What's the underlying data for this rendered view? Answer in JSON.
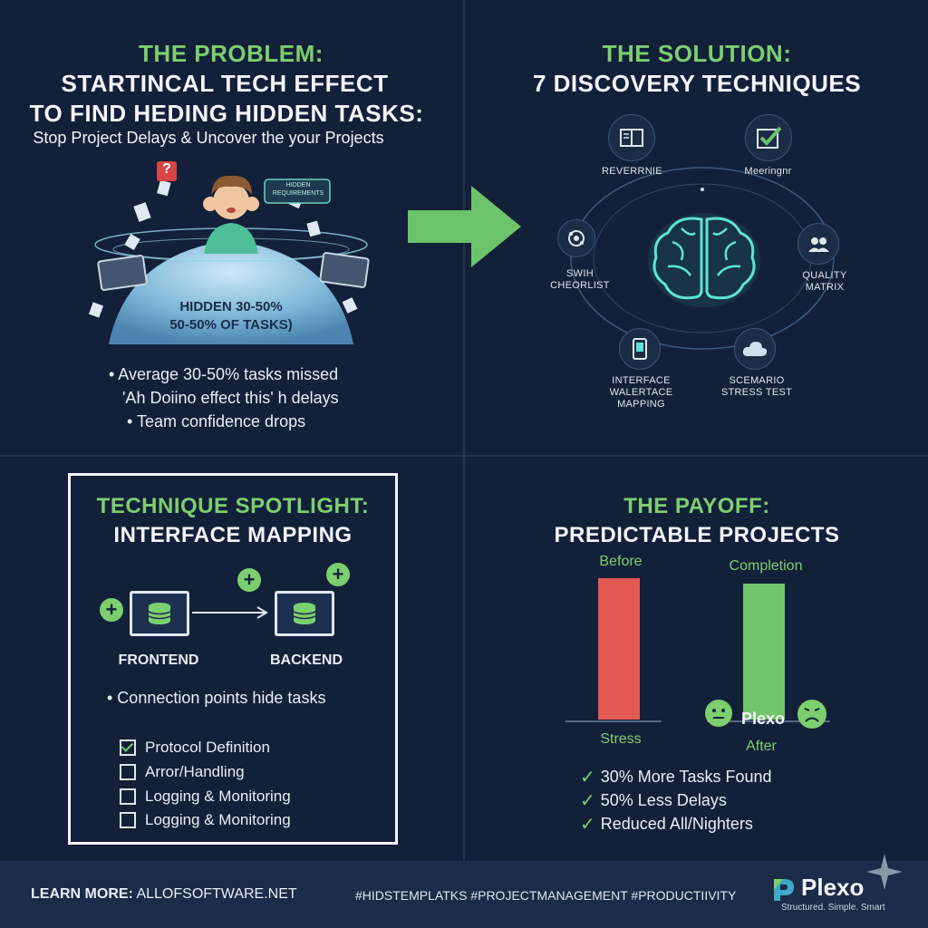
{
  "problem": {
    "title": "THE PROBLEM:",
    "headline_line1": "STARTINCAL TECH EFFECT",
    "headline_line2": "TO FIND HEDING HIDDEN TASKS:",
    "subtitle": "Stop Project Delays & Uncover the your Projects",
    "iceberg_line1": "HIDDEN 30-50%",
    "iceberg_line2": "50-50% OF TASKS)",
    "speech_text": "HIDDEN REQUIREMENTS",
    "question_mark": "?",
    "bullets": [
      "• Average 30-50% tasks missed",
      "'Ah Doiino effect this' h delays",
      "• Team confidence drops"
    ]
  },
  "solution": {
    "title": "THE SOLUTION:",
    "headline": "7 DISCOVERY TECHNIQUES",
    "techniques": [
      {
        "label": "REVERRNIE",
        "icon": "book-icon"
      },
      {
        "label": "Meeringnr",
        "icon": "checkmark-icon"
      },
      {
        "label": "SWIH CHEORLIST",
        "icon": "network-icon"
      },
      {
        "label": "QUALITY MATRIX",
        "icon": "people-icon"
      },
      {
        "label": "INTERFACE WALERTACE MAPPING",
        "icon": "mobile-icon"
      },
      {
        "label": "SCEMARIO STRESS TEST",
        "icon": "cloud-icon"
      }
    ]
  },
  "spotlight": {
    "title": "TECHNIQUE SPOTLIGHT:",
    "headline": "INTERFACE MAPPING",
    "frontend_label": "FRONTEND",
    "backend_label": "BACKEND",
    "bullet": "• Connection points hide tasks",
    "checklist": [
      {
        "label": "Protocol Definition",
        "checked": true
      },
      {
        "label": "Arror/Handling",
        "checked": false
      },
      {
        "label": "Logging & Monitoring",
        "checked": false
      },
      {
        "label": "Logging & Monitoring",
        "checked": false
      }
    ]
  },
  "payoff": {
    "title": "THE PAYOFF:",
    "headline": "PREDICTABLE PROJECTS",
    "before_label": "Before",
    "completion_label": "Completion",
    "stress_label": "Stress",
    "after_label": "After",
    "brand_label": "Plexo",
    "results": [
      "30% More Tasks Found",
      "50% Less Delays",
      "Reduced All/Nighters"
    ],
    "colors": {
      "before_bar": "#e35a55",
      "after_bar": "#72c46a"
    }
  },
  "footer": {
    "learn_more_label": "LEARN MORE:",
    "learn_more_url": "ALLOFSOFTWARE.NET",
    "hashtags": "#HIDSTEMPLATKS #PROJECTMANAGEMENT #PRODUCTIIVITY",
    "brand_name": "Plexo",
    "tagline": "Structured. Simple. Smart"
  },
  "colors": {
    "background": "#13203a",
    "accent": "#7ccf6e",
    "footer": "#1b2b48"
  }
}
